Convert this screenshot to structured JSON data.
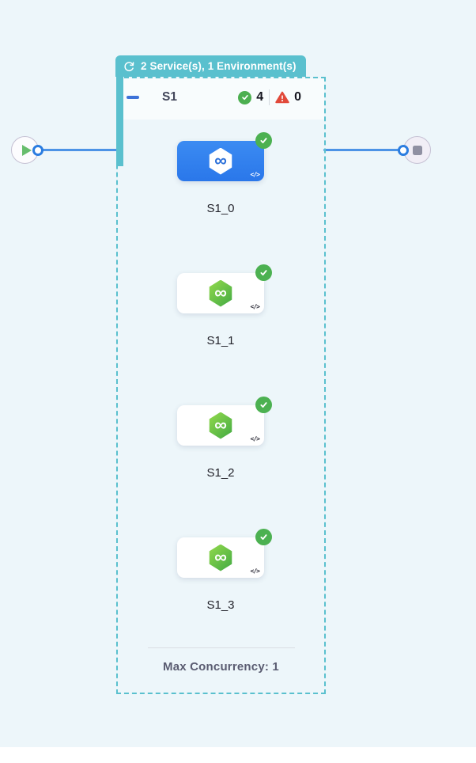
{
  "colors": {
    "page_background": "#edf6fa",
    "accent_teal": "#5ac0ce",
    "node_blue": "#3080ed",
    "success_green": "#4caf50",
    "error_red": "#e1493a",
    "connector_blue": "#4c93e6"
  },
  "icons": {
    "loop": "circular-arrows",
    "check": "checkmark",
    "warning": "exclamation-triangle",
    "play": "play-triangle",
    "stop": "stop-square",
    "collapse": "minus",
    "code": "</>",
    "infinity": "∞"
  },
  "header_tab": {
    "label": "2 Service(s), 1 Environment(s)"
  },
  "stage": {
    "name": "S1",
    "success_count": "4",
    "error_count": "0",
    "nodes": [
      {
        "label": "S1_0"
      },
      {
        "label": "S1_1"
      },
      {
        "label": "S1_2"
      },
      {
        "label": "S1_3"
      }
    ],
    "footer": "Max Concurrency: 1"
  }
}
